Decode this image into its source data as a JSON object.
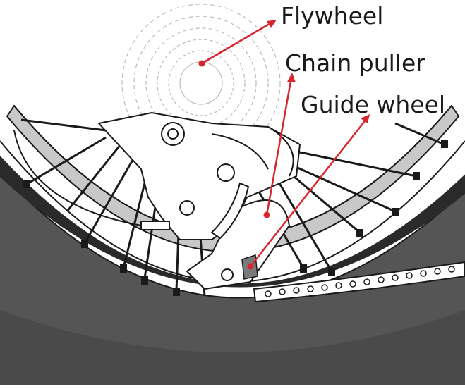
{
  "labels": {
    "flywheel": "Flywheel",
    "chain_puller": "Chain puller",
    "guide_wheel": "Guide wheel"
  },
  "colors": {
    "annotation": "#d7262e",
    "tire": "#555555",
    "tire_dark": "#3a3a3a",
    "rim": "#c8c8c8",
    "outline": "#1a1a1a",
    "cassette": "#bdbdbd",
    "guide_block": "#7a7a7a"
  }
}
